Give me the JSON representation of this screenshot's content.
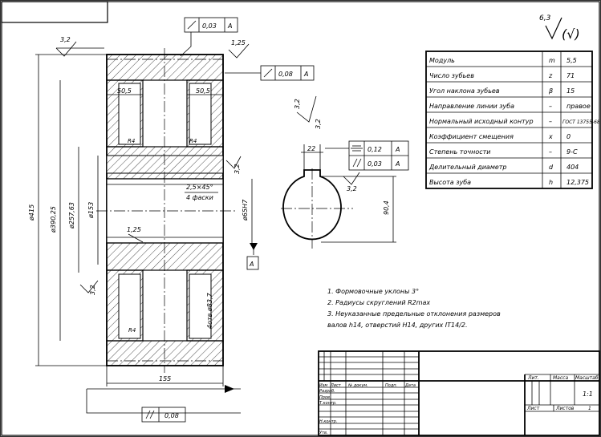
{
  "roughness": {
    "general": "6,3",
    "bracket": "(√)"
  },
  "frame_stamp": "",
  "top_fcf": {
    "value": "0,03",
    "datum": "A"
  },
  "side_fcf": {
    "value": "0,08",
    "datum": "A"
  },
  "bottom_fcf": {
    "value": "0,08"
  },
  "key_fcf": {
    "row1_value": "0,12",
    "row1_datum": "A",
    "row2_value": "0,03",
    "row2_datum": "A"
  },
  "gear_dims": {
    "ra_top": "3,2",
    "ra_right_top": "1,25",
    "rim_left_width": "50,5",
    "rim_right_width": "50,5",
    "radius_left": "R4",
    "radius_right": "R4",
    "chamfer": "2,5×45°",
    "chamfer_count": "4 фаски",
    "bore_ra": "3,2",
    "bore_ra_mid": "1,25",
    "dia_outer": "ø415",
    "dia_pitch": "ø390,25",
    "dia_hub_outer": "ø257,63",
    "dia_hub": "ø153",
    "dia_bore": "ø65H7",
    "web_ra": "3,2",
    "holes": "4отв ø83,7",
    "radius_bottom": "R4",
    "width": "155",
    "datum_label": "A"
  },
  "key_dims": {
    "ra_top": "3,2",
    "ra_top2": "3,2",
    "key_width": "22",
    "ra_side": "3,2",
    "depth": "90,4"
  },
  "params_table": [
    {
      "name": "Модуль",
      "sym": "m",
      "val": "5,5"
    },
    {
      "name": "Число зубьев",
      "sym": "z",
      "val": "71"
    },
    {
      "name": "Угол наклона зубьев",
      "sym": "β",
      "val": "15"
    },
    {
      "name": "Направление линии зуба",
      "sym": "–",
      "val": "правое"
    },
    {
      "name": "Нормальный исходный контур",
      "sym": "–",
      "val": "ГОСТ 13755-68"
    },
    {
      "name": "Коэффициент смещения",
      "sym": "x",
      "val": "0"
    },
    {
      "name": "Степень точности",
      "sym": "–",
      "val": "9-С"
    },
    {
      "name": "Делительный диаметр",
      "sym": "d",
      "val": "404"
    },
    {
      "name": "Высота зуба",
      "sym": "h",
      "val": "12,375"
    }
  ],
  "notes": [
    "1. Формовочные уклоны 3°",
    "2. Радиусы скруглений R2max",
    "3. Неуказанные предельные отклонения размеров",
    "валов h14, отверстий H14, других IT14/2."
  ],
  "title_block": {
    "col_izm": "Изм",
    "col_list": "Лист",
    "col_doc": "№ докум.",
    "col_sign": "Подп.",
    "col_date": "Дата",
    "razrab": "Разраб.",
    "prov": "Пров.",
    "tkontr": "Т.контр.",
    "nkontr": "Н.контр.",
    "utv": "Утв.",
    "lit": "Лит.",
    "massa": "Масса",
    "masshtab": "Масштаб",
    "scale_value": "1:1",
    "list": "Лист",
    "listov": "Листов",
    "listov_value": "1"
  }
}
